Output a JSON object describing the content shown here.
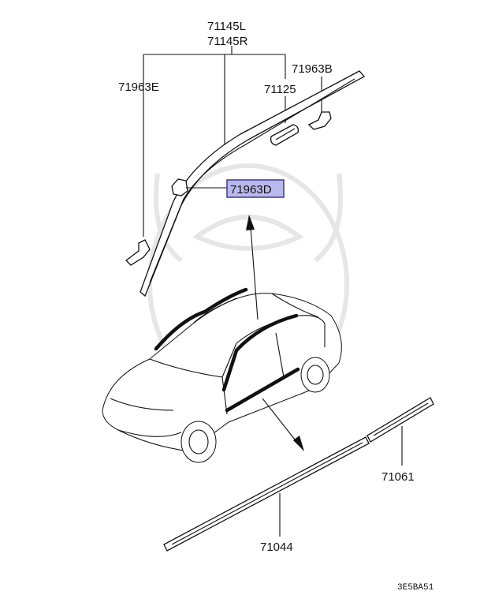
{
  "diagram": {
    "labels": {
      "part_71145L": "71145L",
      "part_71145R": "71145R",
      "part_71963B": "71963B",
      "part_71963E": "71963E",
      "part_71125": "71125",
      "part_71963D": "71963D",
      "part_71061": "71061",
      "part_71044": "71044"
    },
    "highlight": {
      "part": "71963D",
      "fill": "#b9b9ee",
      "stroke": "#3a3a8c"
    },
    "reference_code": "3E5BA51"
  }
}
